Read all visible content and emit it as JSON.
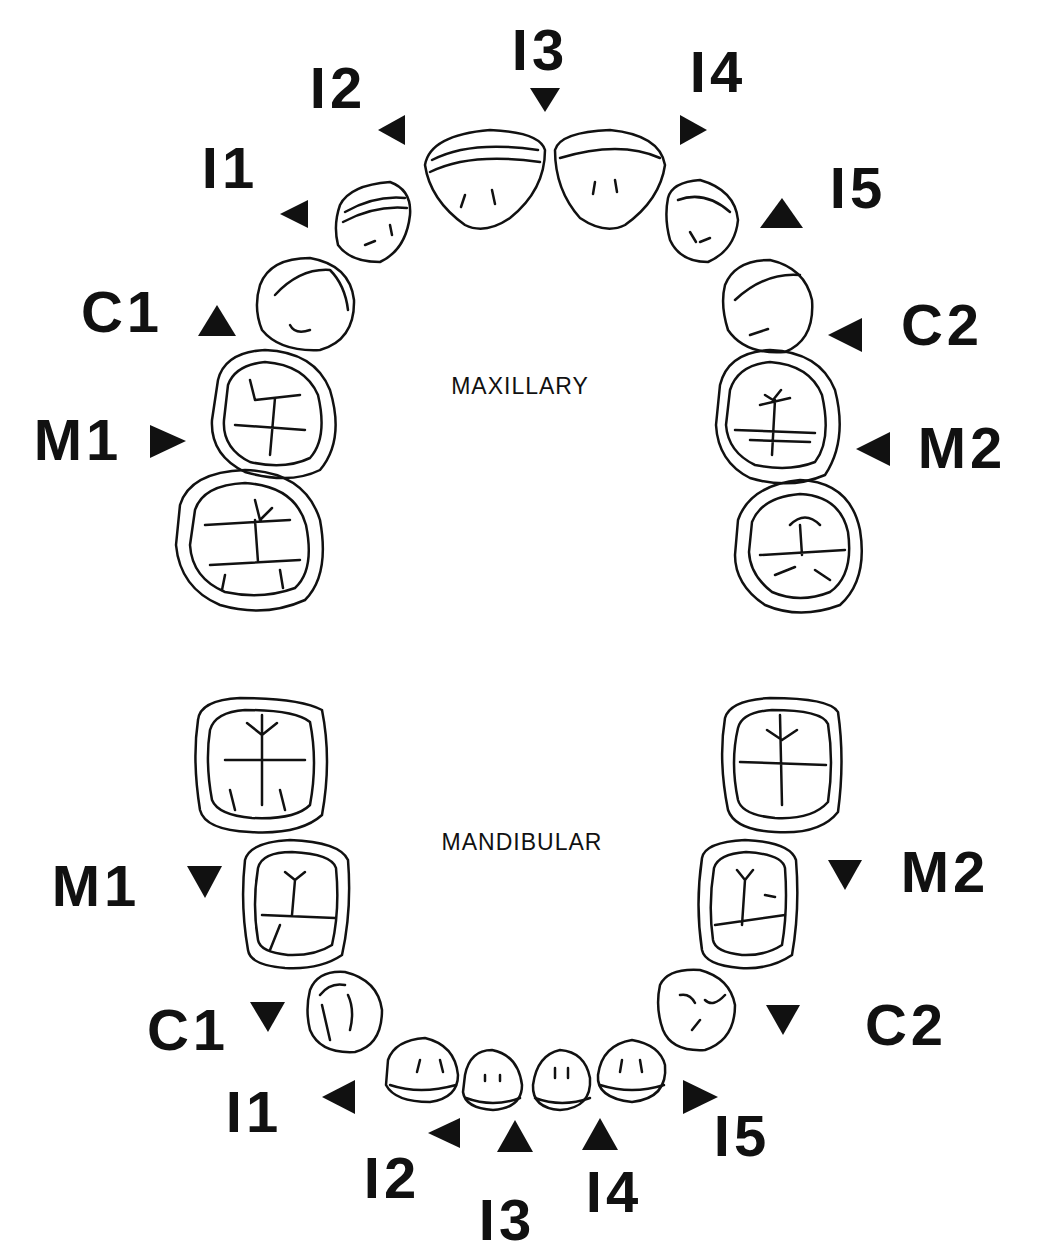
{
  "diagram": {
    "labels": [
      "I3",
      "I2",
      "I4",
      "I1",
      "I5",
      "C1",
      "C2",
      "M1",
      "M2",
      "MAXILLARY",
      "MANDIBULAR",
      "M1",
      "M2",
      "C1",
      "C2",
      "I1",
      "I5",
      "I2",
      "I4",
      "I3"
    ]
  }
}
